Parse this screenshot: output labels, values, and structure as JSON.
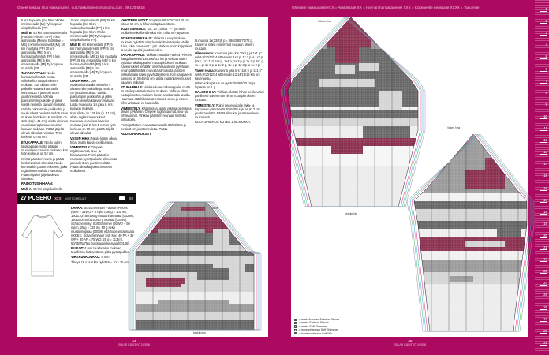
{
  "header_left": "Ohjeet koksaa Outi Hakkarainen, outi.hakkarainen@sanoma.com, 09-120 5816",
  "header_right": "Ohjeiden vaikeusasteet: X = Aloittelijalle   XX = Hieman harrastaneelle   XXX = Kokeneelle neulojalle   XXXX = Taitureille",
  "title": {
    "number": "27",
    "name": "PUSERO",
    "level": "xxx",
    "subtitle": "VIISTOMEIJAT",
    "photo_page": "55"
  },
  "col1": [
    {
      "b": "",
      "t": "5 krs hopealla [Sv] 5 krs Wollie melereesalla [MI] Tyl loppuun sinipilkullisella [FP]."
    },
    {
      "b": "Malli B:",
      "t": "90 krs harmaanvihreällä [Fashion Pieces = FP] 5 krs antrasiitilla [Merino Extrafine = ME] 5 krs meressävellä [MI] 18 krs mustalla [FP] 10 krs antrasiitilla [ME] 5 krs harmaanvihreällä [FP] 5 krs antrasiitilla [MI] 5 krs meressävellä [MI] Tyl loppuun mustalla [FP]."
    },
    {
      "b": "TAKAKAPPALE:",
      "t": "Neulo harmaanvihreällä musta- valkoisella ruutupiirroksen mukaan. Luo ohuemmille puikoille vaaleanharmaalla 90/100/110 s ja neulo 5 cm joustinneuletta. Vaihda paksummille puikoille ja jatka sileää neuletta kaavion mukaan."
    },
    {
      "b": "",
      "t": "Vaihda paksumpiin puikkoihin ja neulo sileää neuletta raidoituksen mukaan kerroksin. Kun sileää on 128 krs (n. 41 cm), aloita olennus reunoissa raglankavennukset kaavion mukaan. Päätä jäljellä olevat silmukat niskaan. Työn korkeus on 60 cm."
    },
    {
      "b": "ETUKAPPALE:",
      "t": "Neulo kuten takakappale mutta pääntie muotoillaan kaavion mukaan, kun työn korkeus on 52 cm."
    },
    {
      "b": "",
      "t": "Kiristä pääntien reuna ja päätä keskimmäiset silmukat. Neulo kummatkin puolet erikseen, jatka raglankavennuksia reunoissa. Päätä lopuksi jäljellä olevat silmukat."
    },
    {
      "b": "RAIDOITUS HIHAAN:",
      "t": ""
    },
    {
      "b": "Malli A:",
      "t": "64 krs sinipilkullisella [FP] 5 krs vaaleanharmaalla [FP] 5 krs hopealla [Sv] 5 krs Wollie melereesalla [MI]"
    }
  ],
  "col2": [
    {
      "b": "",
      "t": "18 krs sinipilkullisella [FP] 38 krs hopealla [Sv] 5 krs vaaleanharmaalla [FP] 5 krs hopealla [Sv] 5 krs Wollie melereesalla [MI] Tyl loppuun sinipilkullisella [FP]."
    },
    {
      "b": "Malli B:",
      "t": "64 krs mustalla [FP] 5 krs harmaanvihreällä [FP] 5 krs antrasiitilla [MI] 5 krs meressävellä [MI] 18 krs mustalla [FP] 38 krs antrasiitilla [ME] 5 krs harmaanvihreällä [FP] 5 krs antrasiitilla [MI] 5 krs meressävellä [MI] Tyl loppuun mustalla [FP]."
    },
    {
      "b": "OIKEA HIHA:",
      "t": "Luo vaaleanharmaalla 46/50/54 s ohuemmille puikoille ja neulo 5 cm joustinneuletta. Vaihda paksumpiin puikkoihin ja jatka sileää neuletta kaavion mukaan. Lisää reunoissa 1 s joka 6. krs kaavion mukaan."
    },
    {
      "b": "",
      "t": "Kun sileää on 128 krs (n. 41 cm), aloita raglankavennukset. Kavenna reunoissa kaavion mukaan joka 2. krs 1 s. Kun työn korkeus on 60 cm, päätä jäljellä olevat silmukat."
    },
    {
      "b": "VASEN HIHA:",
      "t": "Neulo kuten oikea hiha, mutta kaavio peilikuvana."
    },
    {
      "b": "VIIMEISTELY:",
      "t": "Ompele raglansaumat, sivu- ja hihasaumat. Poimi pääntien reunasta pyöröpuikolle silmukoita ja neulo 3 cm joustinneuletta. Päätä silmukat joustinneuleen mukaisesti."
    }
  ],
  "lanka": [
    {
      "b": "LANKA:",
      "t": "Schachenmayr Fashion Pieces (58% + 34WO + 8 nylon, 30 g = 102 m), 150/170/180/190 g mustanharmaata [00298], 180/190/200/210/240 g mustaa [00499]. Schachenmayr Soft Shimmer (50WO + 50 nylon, 25 g = 125 m), 50 g sekä mustanhopeaa [00098] että hopeanharmaata [00051]. Schachenmayr Soft Mix (40 PA + 30 WP + 30 AF = 75 WO, 25 g = 113 m), 50/75/75/75 g bordeauxinkirjavaa [00135]."
    },
    {
      "b": "PUIKOT:",
      "t": "4 mm tai käsialan mukaan, tavallisten lisäksi 40 cm pitkä pyöröpuikko."
    },
    {
      "b": "VIRKKUUKOUKKU:",
      "t": "4 mm."
    },
    {
      "b": "",
      "t": "Tiheys 18 s ja 8 krs pylväitä = 10 x 10 cm."
    }
  ],
  "col3": [
    {
      "b": "VAATTEEN MITAT:",
      "t": "Ympärys 90/100/110/120 cm, pituus 60 cm ja hihan sisäpituus 45 cm."
    },
    {
      "b": "JOUSTINNEULE:",
      "t": "\"2o, 2n\", toista \"*-*\" ja neulo muilla kerroksilla silmukat niin, miltä ne näyttävät."
    },
    {
      "b": "INTARSIAVIRKKAUS:",
      "t": "Virkkaa ruutupiirroksen mukaan pylväitä, siirry kerroksittain toiselle värille 3 kjs, joka korvaavat 1 pyl. Virkkaa ensin kappaleet ja neulo lopuksi joustinneuleet."
    },
    {
      "b": "TAKAKAPPALE:",
      "t": "Virkkaa mustalla Fashion Pieces -langalla 90/95/100/105/110 kjs ja virkkaa sitten pylväitä takakappaleen ruutupiirroksen mukaan. Kavennukset tehdään olemassa oleviin pylväisiin, ensin päättämällä reunoilta silmukoita ja sitten virkkaamalla kaksi pylvästä yhteen. Kun kappaleen korkeus on 39/40/41 cm, aloita raglankavennukset kaavion mukaan."
    },
    {
      "b": "ETUKAPPALE:",
      "t": "Virkkaa kuten takakappale, mutta muotoile pääntie kaavion mukaan. Virkkaa hihat ruutupiirrosten mukaan kuvan osoittamalla tavalla. Huomaa, että hihat ovat erilaiset: oikea ja vasen hiha virkataan eri kaavioilla."
    },
    {
      "b": "VIIMEISTELY:",
      "t": "Kääntöjä ja raidat virkkaa olemassa oleviin pylväisiin. Ompele raglansaumat, sivu- ja hihasaumat. Virkkaa pääntien reunaan kiinteitä silmukoita."
    },
    {
      "b": "",
      "t": "Poimi pääntien reunasta mustalla 80/84/88 s ja neulo 3 cm joustinneuletta. Päätä."
    },
    {
      "b": "RUUTUPIIRROKSET",
      "t": ""
    }
  ],
  "col4": [
    {
      "b": "",
      "t": "ta muissa 1x(33/3)5 p = 98/83/85/71/72 p. Kavenna sitten molemmat mukaan ohjeen mukaan."
    },
    {
      "b": "Oikea reuna:",
      "t": "Kavenna joka krs \"3x3 p ja 1x1 p\" sekä 8/10/12/14 sitten vain 1x2 p, 1x 3 p ja 1x3 p (2x2, 1x2 1x2 1x2 p, 1x4 p, 1x 3 p ja 1x 2 p 2x2 p, 1x 4 p, 1x 3 p ja 1x 2 p, 1x 4 p, 1x 3 p ja 1x 2 p."
    },
    {
      "b": "Vasen reuna:",
      "t": "Kavenna joka krs \"1x2 p ja 1x1 p\" sekä 8/10/12/14 sitten vain 13/14/15/16 krs on kavennettu."
    },
    {
      "b": "",
      "t": "Hihan koko pituus on nyt 67/68/69/70 cm ja lopussa on 1 p."
    },
    {
      "b": "HALSIN HIHA:",
      "t": "Virkkaa sileään hihan peilikuvaksi parillisesti vasemman hihan ruutupiirroksen mukaan."
    },
    {
      "b": "VIIMEISTELY:",
      "t": "Poimi neulepuikolle raka- ja kappaleen pääntiestä 80/84/88 s ja neulo 3 cm joustinneuletta. Päätä silmukat joustinneuleen mukaisesti."
    },
    {
      "b": "",
      "t": "RUUTUPIIRROS KUTEE 1 SILMUKKA."
    }
  ],
  "sketch_label": "VIISTOMEIJAT",
  "chart_labels": {
    "front_top": "Pää- ja takakaava",
    "front_bottom": "keskikohta",
    "sleeve_right": "Oikea hiha",
    "sleeve_left": "Vasen hiha",
    "center": "keskikohta"
  },
  "legend": [
    {
      "label": "= musta/harmaa Fashion Pieces",
      "color": "#666666"
    },
    {
      "label": "= musta Fashion Pieces",
      "color": "#ffffff"
    },
    {
      "label": "= musta Soft Shimmer",
      "color": "#999999"
    },
    {
      "label": "= hopeanharmaa Soft Shimmer",
      "color": "#d4d4d4"
    },
    {
      "label": "= bordeauxkirjava Soft Mix",
      "color": "#8b2f4f"
    }
  ],
  "folio_left": {
    "num": "64",
    "mag": "SUURI KÄSITYÖ 2/2018"
  },
  "folio_right": {
    "num": "65",
    "mag": "SUURI KÄSITYÖ 2/2018"
  },
  "ruler": [
    "1",
    "2",
    "3",
    "4",
    "5",
    "6",
    "7",
    "8",
    "9",
    "10",
    "11",
    "12",
    "13",
    "14",
    "15",
    "16",
    "17",
    "18",
    "19",
    "20",
    "21",
    "22",
    "23",
    "24",
    "25",
    "26",
    "27",
    "28",
    "29"
  ],
  "colors": {
    "magenta": "#ac0a60",
    "maroon": "#8b2f4f",
    "dark": "#666666",
    "mid": "#999999",
    "light": "#d4d4d4"
  }
}
